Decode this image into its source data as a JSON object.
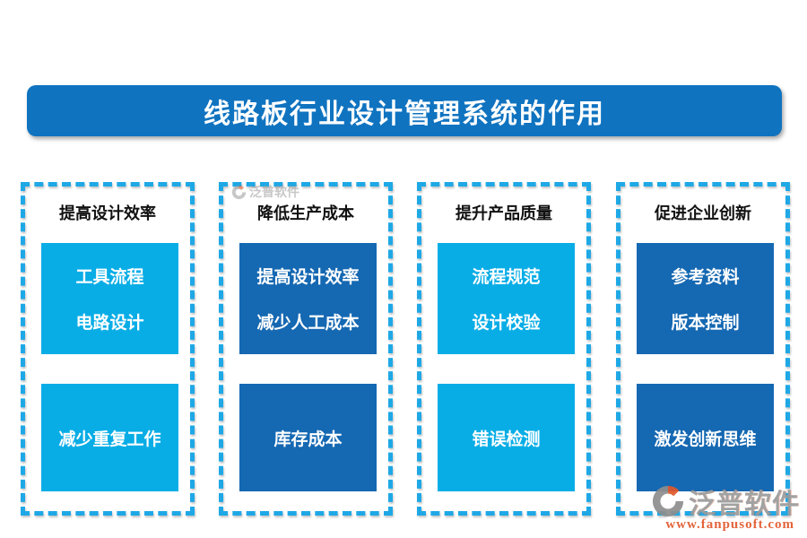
{
  "title": "线路板行业设计管理系统的作用",
  "columns": [
    {
      "header": "提高设计效率",
      "box1_line1": "工具流程",
      "box1_line2": "电路设计",
      "box2": "减少重复工作"
    },
    {
      "header": "降低生产成本",
      "box1_line1": "提高设计效率",
      "box1_line2": "减少人工成本",
      "box2": "库存成本"
    },
    {
      "header": "提升产品质量",
      "box1_line1": "流程规范",
      "box1_line2": "设计校验",
      "box2": "错误检测"
    },
    {
      "header": "促进企业创新",
      "box1_line1": "参考资料",
      "box1_line2": "版本控制",
      "box2": "激发创新思维"
    }
  ],
  "watermark_top": {
    "brand": "泛普软件"
  },
  "watermark_bottom": {
    "brand": "泛普软件",
    "url": "www.fanpusoft.com"
  },
  "colors": {
    "title_bg": "#0f73c0",
    "light_box": "#09ade6",
    "dark_box": "#1568b2",
    "dashed_border": "#1fa8e6",
    "header_text": "#111111",
    "box_text": "#ffffff",
    "watermark_gray": "#9b9b9b",
    "watermark_orange": "#e2572b"
  }
}
